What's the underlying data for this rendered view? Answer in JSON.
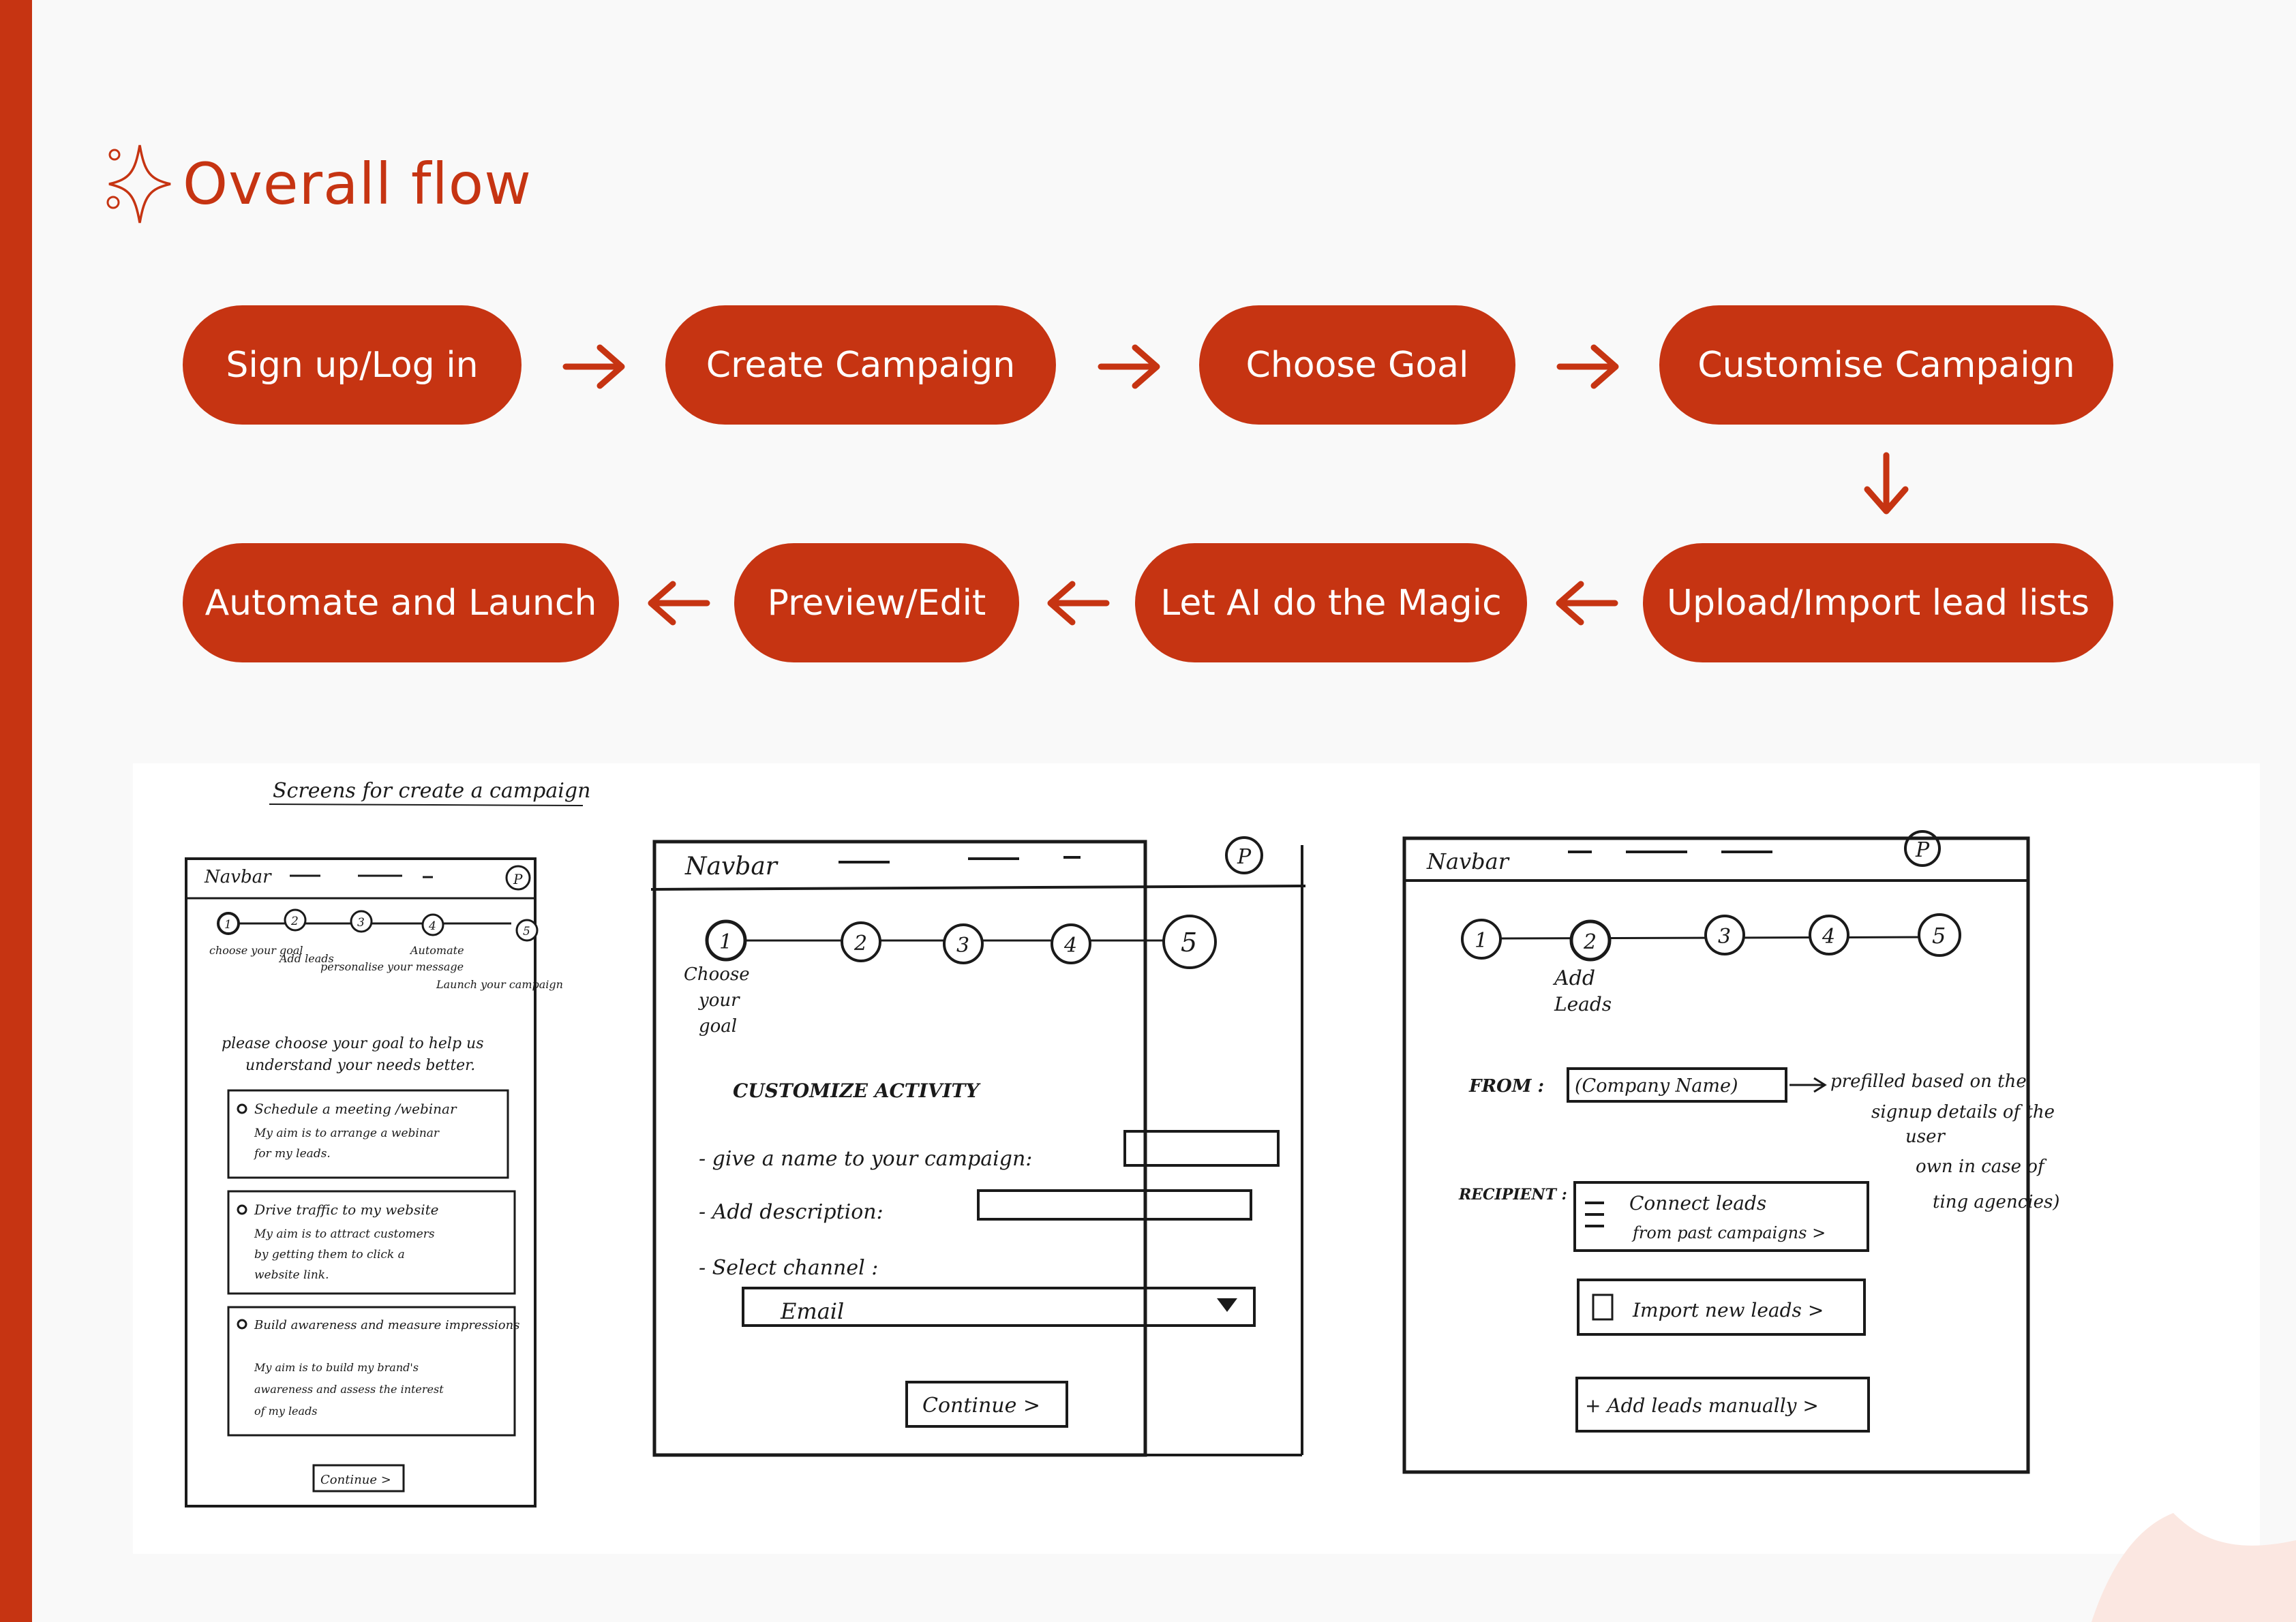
{
  "title": "Overall flow",
  "flow": {
    "steps": [
      "Sign up/Log in",
      "Create Campaign",
      "Choose Goal",
      "Customise Campaign",
      "Upload/Import lead lists",
      "Let AI do the Magic",
      "Preview/Edit",
      "Automate and Launch"
    ]
  },
  "colors": {
    "accent": "#c63412",
    "background": "#f9f9f9",
    "pill_text": "#ffffff"
  },
  "sketches": {
    "caption": "Screens for create a campaign",
    "s1": {
      "navbar": "Navbar",
      "profile": "P",
      "steps": [
        "1",
        "2",
        "3",
        "4",
        "5"
      ],
      "step_labels": [
        "choose your goal",
        "Add leads",
        "personalise your message",
        "Automate",
        "Launch your campaign"
      ],
      "prompt_line1": "please choose your goal to help us",
      "prompt_line2": "understand your needs better.",
      "options": [
        {
          "title": "Schedule a meeting /webinar",
          "l1": "My aim is to arrange a webinar",
          "l2": "for my leads."
        },
        {
          "title": "Drive traffic to my website",
          "l1": "My aim is to attract customers",
          "l2": "by getting them to click a",
          "l3": "website link."
        },
        {
          "title": "Build awareness and measure impressions",
          "l1": "My aim is to build my brand's",
          "l2": "awareness and assess the interest",
          "l3": "of my leads"
        }
      ],
      "continue": "Continue >"
    },
    "s2": {
      "navbar": "Navbar",
      "profile": "P",
      "steps": [
        "1",
        "2",
        "3",
        "4",
        "5"
      ],
      "step1_label": [
        "Choose",
        "your",
        "goal"
      ],
      "heading": "CUSTOMIZE   ACTIVITY",
      "field1": "- give a name to your campaign:",
      "field2": "- Add description:",
      "field3": "- Select channel :",
      "select_value": "Email",
      "continue": "Continue >"
    },
    "s3": {
      "navbar": "Navbar",
      "profile": "P",
      "steps": [
        "1",
        "2",
        "3",
        "4",
        "5"
      ],
      "step2_label": [
        "Add",
        "Leads"
      ],
      "from_label": "FROM :",
      "from_value": "(Company Name)",
      "note_l1": "prefilled based on the",
      "note_l2": "signup details of the",
      "note_l3": "user",
      "note_l4": "own in case of",
      "note_l5": "ting agencies)",
      "recipient_label": "RECIPIENT :",
      "btn1_l1": "Connect leads",
      "btn1_l2": "from past campaigns >",
      "btn2": "Import new leads >",
      "btn3": "+ Add leads manually >"
    }
  }
}
